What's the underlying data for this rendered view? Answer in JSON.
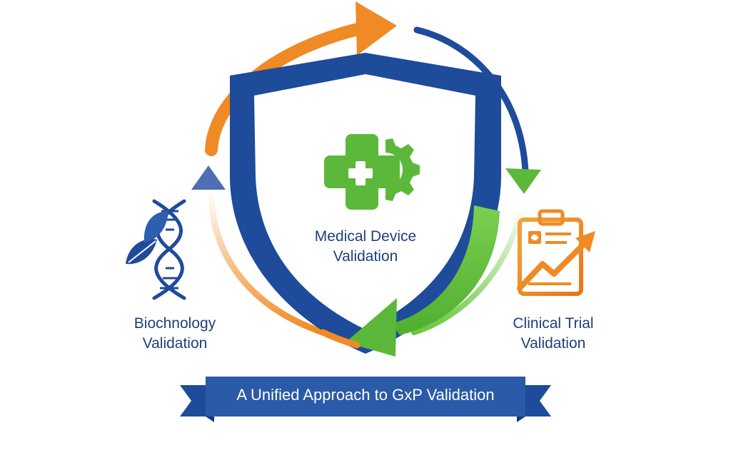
{
  "center_node": {
    "line1": "Medical Device",
    "line2": "Validation",
    "icon": "medical-cross-gear-icon"
  },
  "left_node": {
    "line1": "Biochnology",
    "line2": "Validation",
    "icon": "dna-leaf-icon"
  },
  "right_node": {
    "line1": "Clinical Trial",
    "line2": "Validation",
    "icon": "clipboard-chart-icon"
  },
  "banner": {
    "text": "A Unified Approach to GxP Validation"
  },
  "colors": {
    "navy": "#1e4b9a",
    "dark_blue": "#1f3f7a",
    "green": "#5cb83a",
    "orange": "#f08a24"
  }
}
